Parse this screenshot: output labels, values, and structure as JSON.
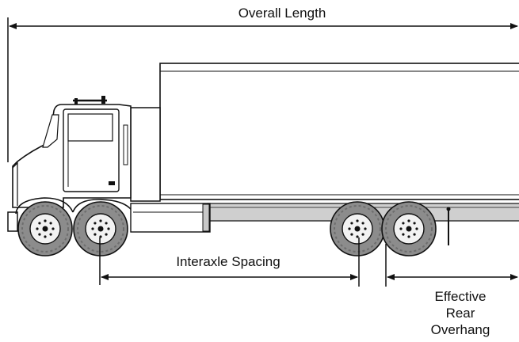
{
  "labels": {
    "overall_length": "Overall Length",
    "interaxle_spacing": "Interaxle Spacing",
    "effective_rear_overhang": [
      "Effective",
      "Rear",
      "Overhang"
    ]
  },
  "colors": {
    "line": "#111111",
    "tire": "#8c8c8c",
    "tire_dark": "#6e6e6e",
    "hub": "#f2f2f2",
    "frame": "#c8c8c8",
    "trailer_rail": "#cfcfcf"
  }
}
